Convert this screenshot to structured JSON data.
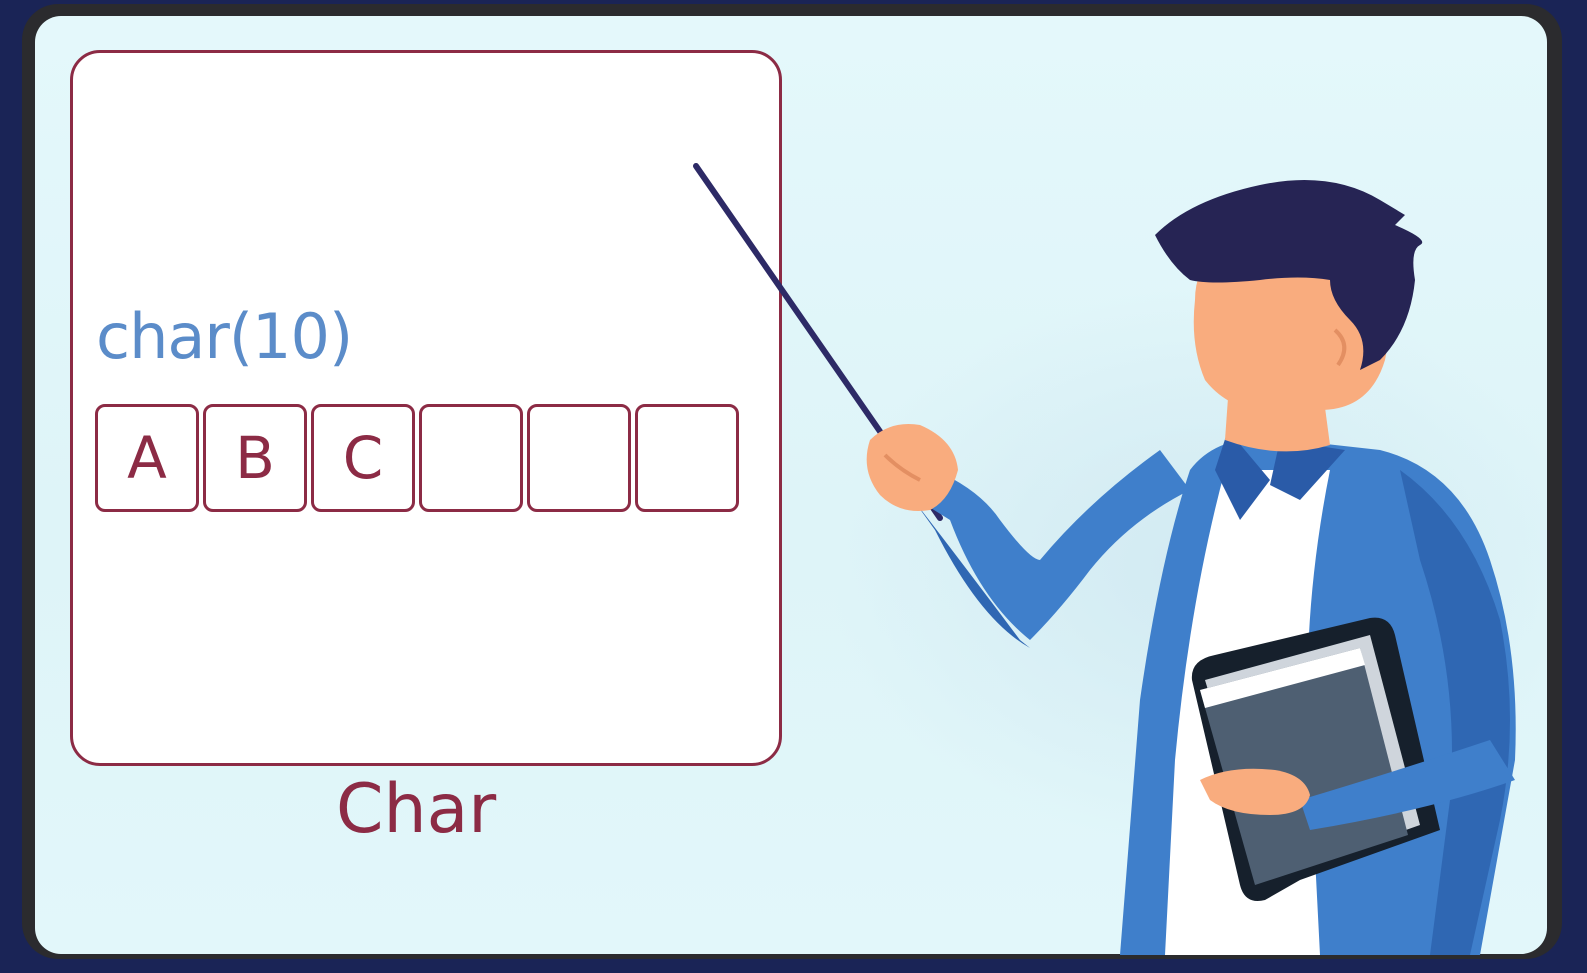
{
  "board": {
    "type_label": "char(10)",
    "cells": [
      "A",
      "B",
      "C",
      "",
      "",
      ""
    ],
    "caption": "Char"
  },
  "colors": {
    "board_border": "#8c2b45",
    "type_label": "#5b8cc9",
    "background": "#e2f7fa",
    "jacket": "#3f7fcb",
    "hair": "#262454",
    "skin": "#f9ac7e"
  },
  "icons": {
    "figure": "teacher-with-pointer-illustration",
    "book": "book-icon"
  }
}
